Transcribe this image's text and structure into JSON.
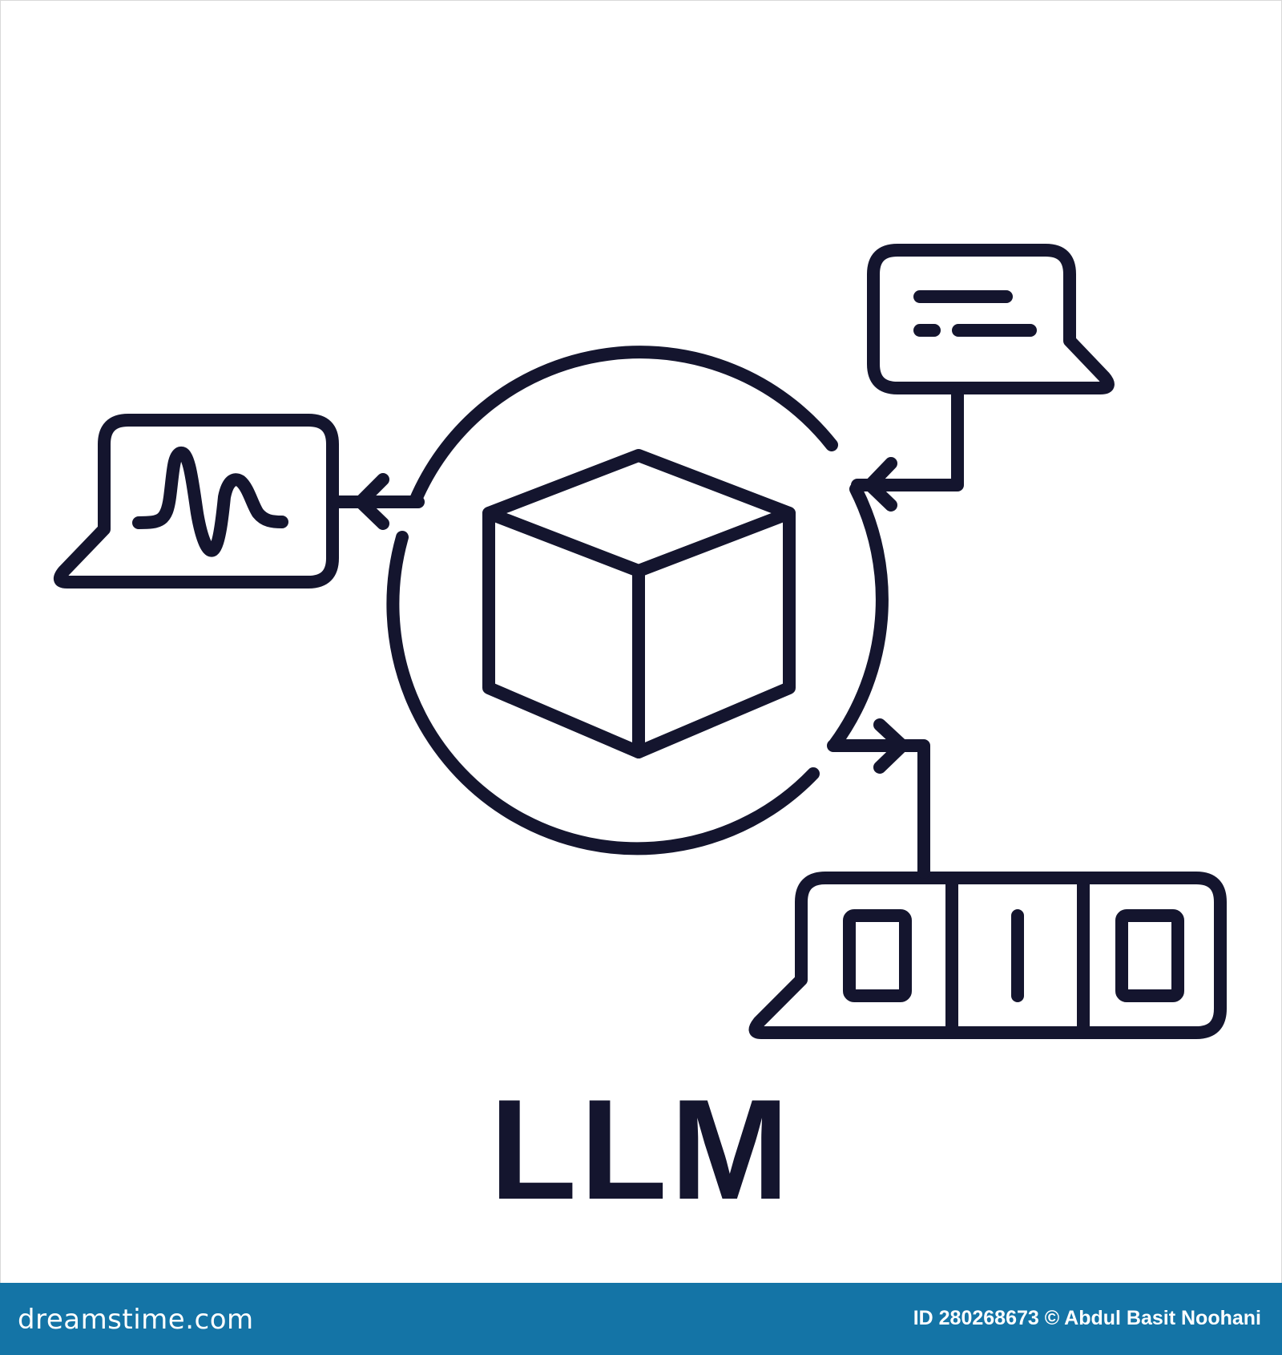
{
  "title": "LLM",
  "footer": {
    "brand": "dreamstime.com",
    "credit": "ID 280268673 © Abdul Basit Noohani"
  },
  "icons": {
    "center": "cube-icon",
    "top_right": "text-chat-bubble-icon",
    "left": "waveform-chat-bubble-icon",
    "bottom_right": "binary-chat-bubble-icon"
  },
  "colors": {
    "stroke": "#14152e",
    "footer": "#1474a6",
    "background": "#ffffff"
  }
}
